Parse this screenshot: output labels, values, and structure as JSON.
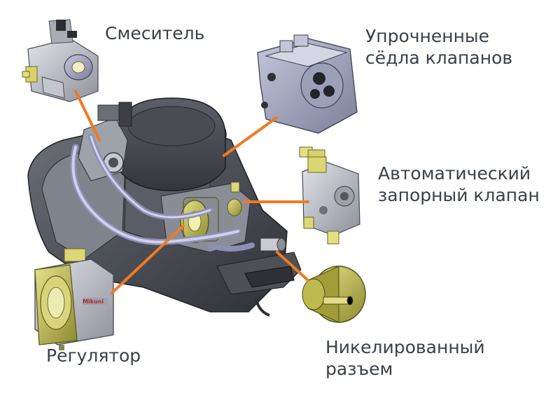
{
  "labels": {
    "mixer": "Смеситель",
    "seats": [
      "Упрочненные",
      "сёдла клапанов"
    ],
    "valve": [
      "Автоматический",
      "запорный клапан"
    ],
    "regulator": "Регулятор",
    "connector": [
      "Никелированный",
      "разъем"
    ]
  },
  "colors": {
    "leader_line": "#f07a23",
    "label_text": "#3a3f4a",
    "part_gray": "#b9bcc6",
    "part_dark": "#4a4d55",
    "part_gold": "#c8c45a",
    "hose": "#b7b6d6"
  }
}
